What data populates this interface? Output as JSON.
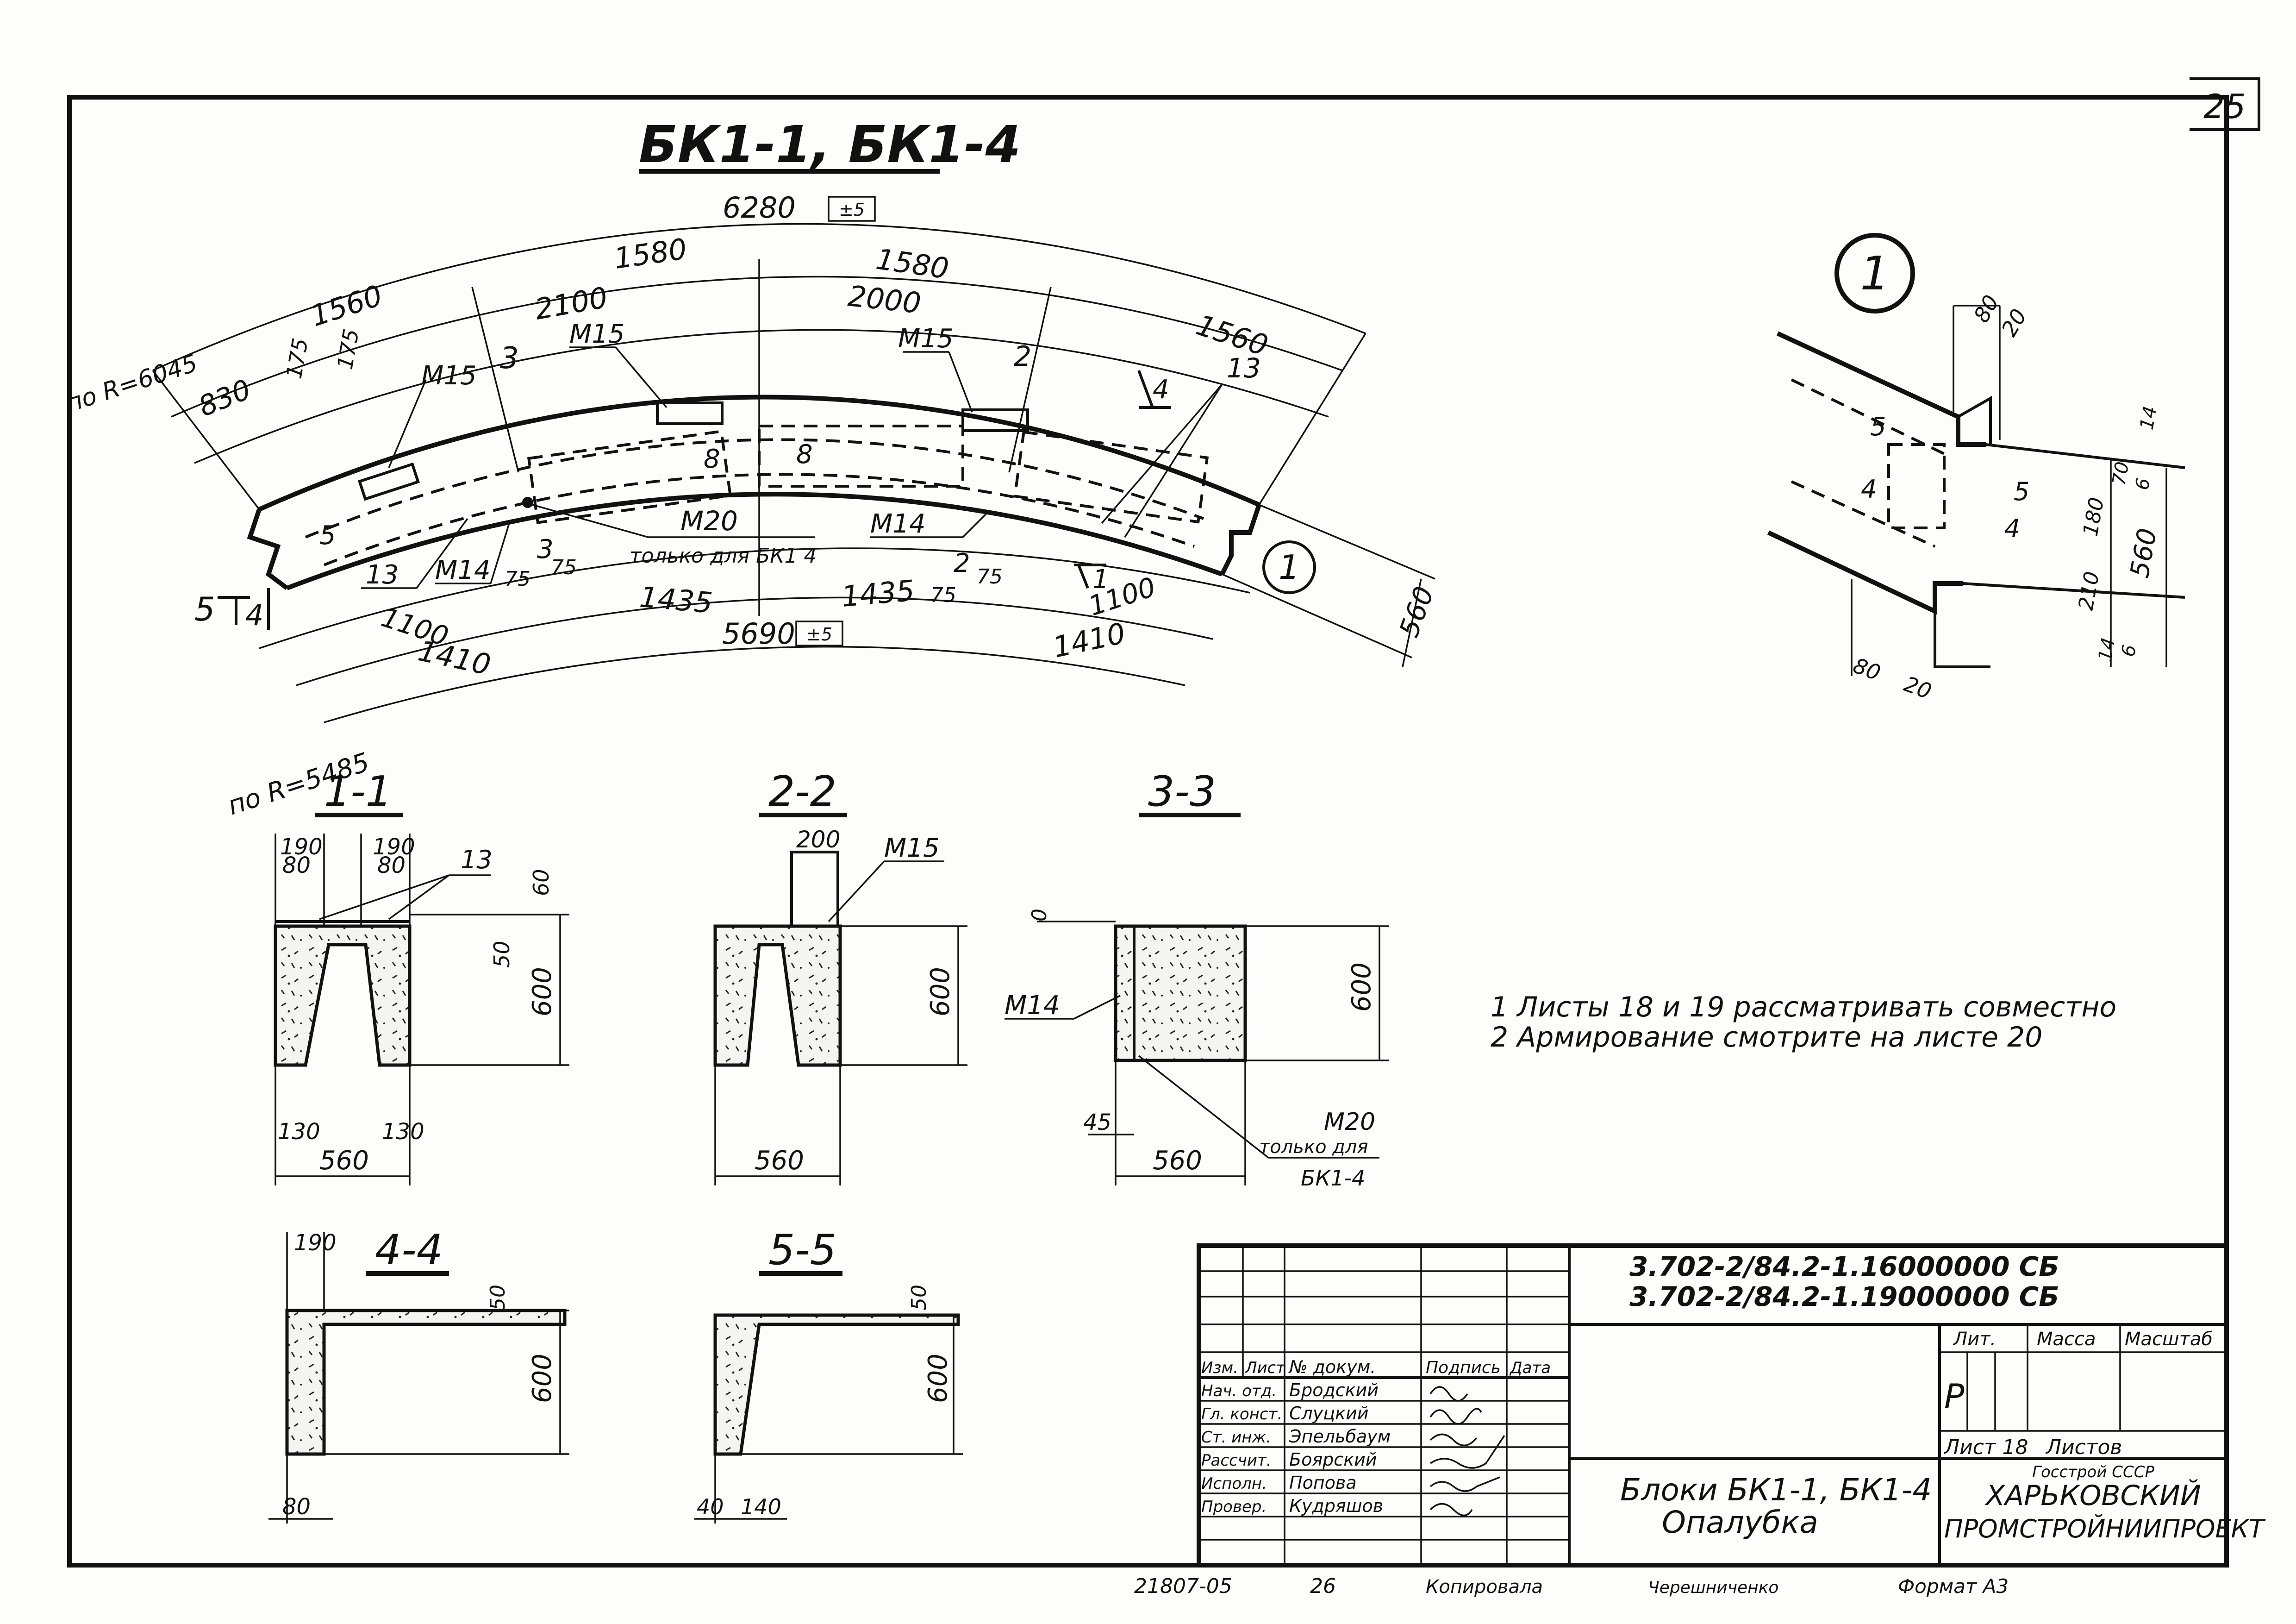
{
  "sheet_number": "25",
  "plan": {
    "title": "БК1-1, БК1-4",
    "outer_total": "6280",
    "outer_total_mark": "±5",
    "outer_segments": [
      "1560",
      "1580",
      "1580",
      "1560"
    ],
    "inner_segments": [
      "830",
      "175",
      "175",
      "2100",
      "2000"
    ],
    "inner_total": "5690",
    "inner_total_mark": "±5",
    "bottom_segments": [
      "1410",
      "1435",
      "1435",
      "1410"
    ],
    "lower_dims": [
      "1100",
      "75",
      "75",
      "75",
      "75",
      "1100"
    ],
    "radius_outer": "по R=6045",
    "radius_inner": "по R=5485",
    "width": "560",
    "markers": {
      "m15_left": "М15",
      "m15_mid": "М15",
      "m15_right": "М15",
      "m14_left": "М14",
      "m14_right": "М14",
      "m20": "М20",
      "m20_note": "только для БК1 4",
      "n13_left": "13",
      "n13_right": "13",
      "s1": "1",
      "s2": "2",
      "s3": "3",
      "s4": "4",
      "s5": "5",
      "s5_left": "5",
      "s4_left": "4",
      "s8": "8",
      "s8b": "8",
      "node_callout": "1"
    }
  },
  "node1": {
    "label": "1",
    "dims": [
      "80",
      "20",
      "14",
      "70",
      "6",
      "180",
      "210",
      "14",
      "6",
      "560",
      "80",
      "20"
    ],
    "section_marks": [
      "5",
      "4",
      "5",
      "4"
    ]
  },
  "sections": {
    "s11": {
      "title": "1-1",
      "d190a": "190",
      "d190b": "190",
      "d80a": "80",
      "d80b": "80",
      "d13": "13",
      "d60": "60",
      "d50": "50",
      "d600": "600",
      "d130a": "130",
      "d130b": "130",
      "d560": "560"
    },
    "s22": {
      "title": "2-2",
      "d200": "200",
      "m15": "М15",
      "d600": "600",
      "d560": "560"
    },
    "s33": {
      "title": "3-3",
      "d0": "0",
      "d600": "600",
      "m14": "М14",
      "d45": "45",
      "d560": "560",
      "m20": "М20",
      "note1": "только для",
      "note2": "БК1-4"
    },
    "s44": {
      "title": "4-4",
      "d190": "190",
      "d50": "50",
      "d600": "600",
      "d80": "80"
    },
    "s55": {
      "title": "5-5",
      "d50": "50",
      "d600": "600",
      "d40": "40",
      "d140": "140"
    }
  },
  "notes": [
    "1  Листы 18 и 19 рассматривать  совместно",
    "2  Армирование  смотрите  на  листе  20"
  ],
  "title_block": {
    "code1": "3.702-2/84.2-1.16000000 СБ",
    "code2": "3.702-2/84.2-1.19000000 СБ",
    "headers": [
      "Изм.",
      "Лист",
      "№ докум.",
      "Подпись",
      "Дата"
    ],
    "roles": [
      {
        "role": "Нач. отд.",
        "name": "Бродский"
      },
      {
        "role": "Гл. конст.",
        "name": "Слуцкий"
      },
      {
        "role": "Ст. инж.",
        "name": "Эпельбаум"
      },
      {
        "role": "Рассчит.",
        "name": "Боярский"
      },
      {
        "role": "Исполн.",
        "name": "Попова"
      },
      {
        "role": "Провер.",
        "name": "Кудряшов"
      }
    ],
    "drawing_title": "Блоки БК1-1, БК1-4",
    "drawing_subtitle": "Опалубка",
    "lit_label": "Лит.",
    "mass_label": "Масса",
    "scale_label": "Масштаб",
    "lit_value": "Р",
    "sheet_label": "Лист 18",
    "sheets_label": "Листов",
    "org1": "Госстрой СССР",
    "org2": "ХАРЬКОВСКИЙ",
    "org3": "ПРОМСТРОЙНИИПРОЕКТ"
  },
  "footer": {
    "inv": "21807-05",
    "num": "26",
    "copied": "Копировала",
    "copier": "Черешниченко",
    "format": "Формат А3"
  }
}
